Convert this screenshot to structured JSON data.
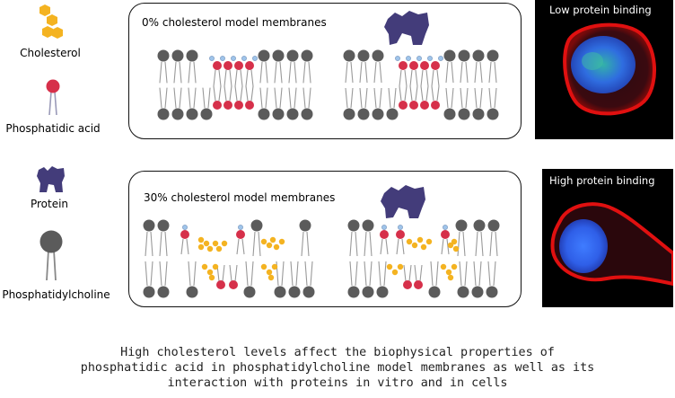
{
  "legend": {
    "cholesterol": "Cholesterol",
    "phosphatidic_acid": "Phosphatidic acid",
    "protein": "Protein",
    "phosphatidylcholine": "Phosphatidylcholine"
  },
  "panels": {
    "top_title": "0% cholesterol model membranes",
    "bottom_title": "30% cholesterol model membranes"
  },
  "micrographs": {
    "top_label": "Low protein binding",
    "bottom_label": "High protein binding"
  },
  "caption": {
    "line1": "High cholesterol levels affect the biophysical properties of",
    "line2": "phosphatidic acid in phosphatidylcholine model membranes as well as its",
    "line3": "interaction with proteins in vitro and in cells"
  },
  "colors": {
    "pc_head": "#5b5b5b",
    "pa_head": "#d6304a",
    "cholesterol": "#f4b321",
    "protein": "#433c7a",
    "nucleus": "#3c63e8",
    "membrane_stain": "#e01010"
  }
}
